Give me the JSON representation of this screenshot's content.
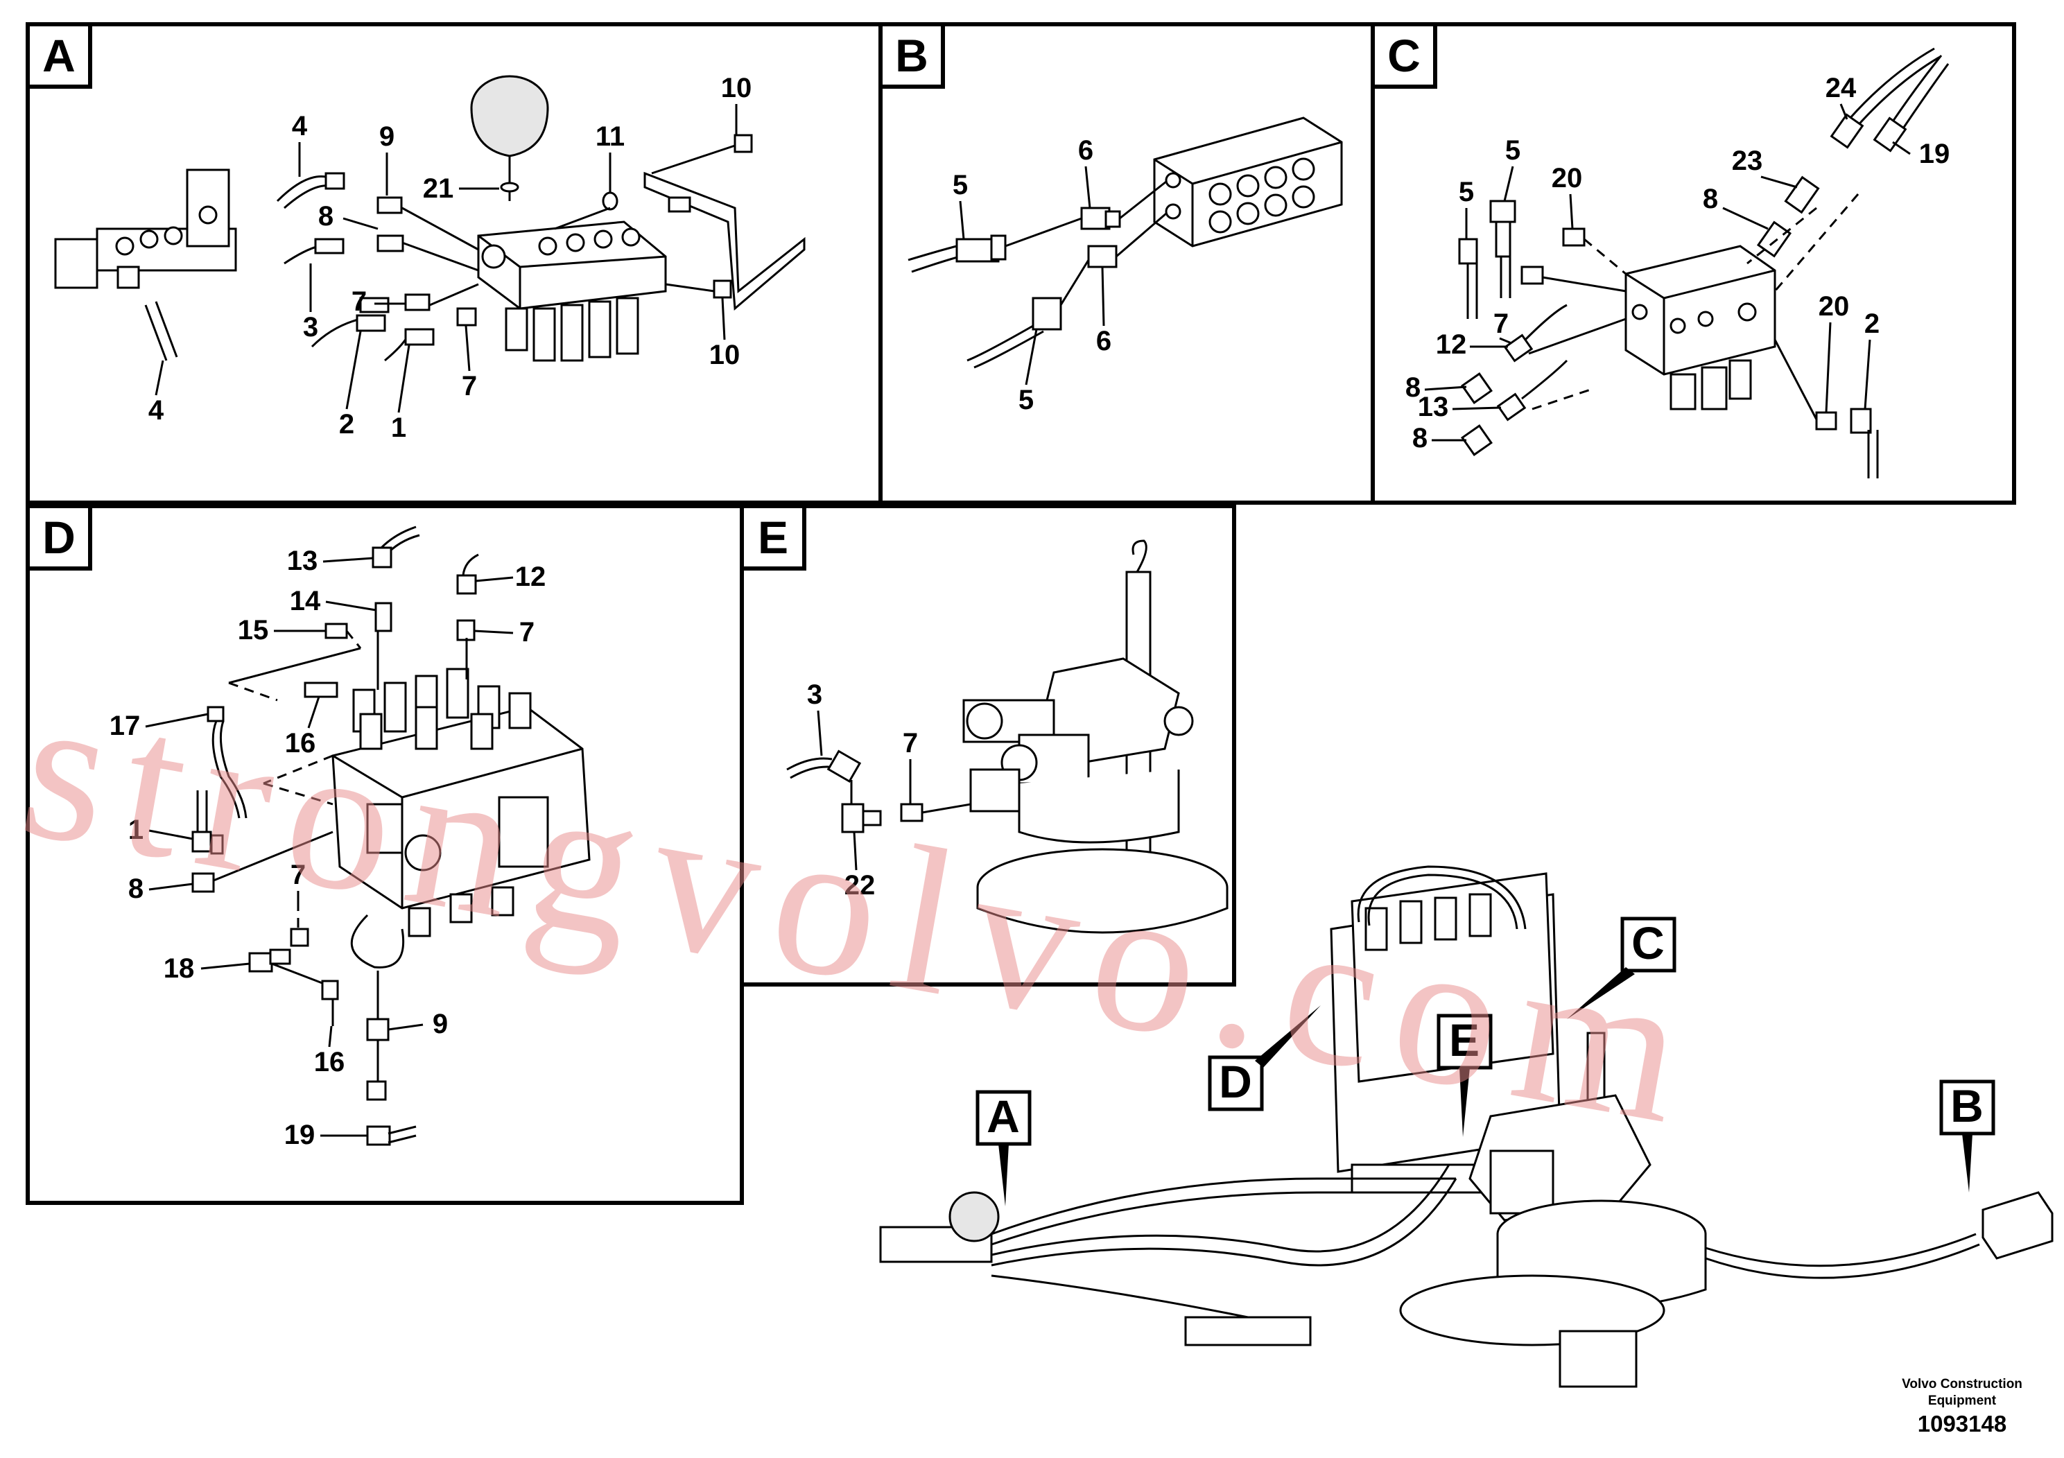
{
  "panels": [
    {
      "letter": "A"
    },
    {
      "letter": "B"
    },
    {
      "letter": "C"
    },
    {
      "letter": "D"
    },
    {
      "letter": "E"
    }
  ],
  "overview_labels": [
    "A",
    "B",
    "C",
    "D",
    "E"
  ],
  "callouts": {
    "A": [
      "4",
      "9",
      "21",
      "11",
      "10",
      "8",
      "3",
      "7",
      "2",
      "1",
      "7",
      "10",
      "4"
    ],
    "B": [
      "5",
      "6",
      "6",
      "5"
    ],
    "C": [
      "24",
      "19",
      "5",
      "20",
      "23",
      "5",
      "8",
      "12",
      "7",
      "8",
      "13",
      "8",
      "20",
      "2"
    ],
    "D": [
      "13",
      "12",
      "14",
      "7",
      "15",
      "17",
      "16",
      "1",
      "8",
      "7",
      "18",
      "9",
      "16",
      "19"
    ],
    "E": [
      "3",
      "7",
      "22"
    ]
  },
  "footer": {
    "company_line1": "Volvo Construction",
    "company_line2": "Equipment",
    "doc_number": "1093148"
  },
  "watermark": "strongvolvo.com",
  "colors": {
    "line": "#000000",
    "background": "#ffffff",
    "watermark": "#e88a8a"
  }
}
